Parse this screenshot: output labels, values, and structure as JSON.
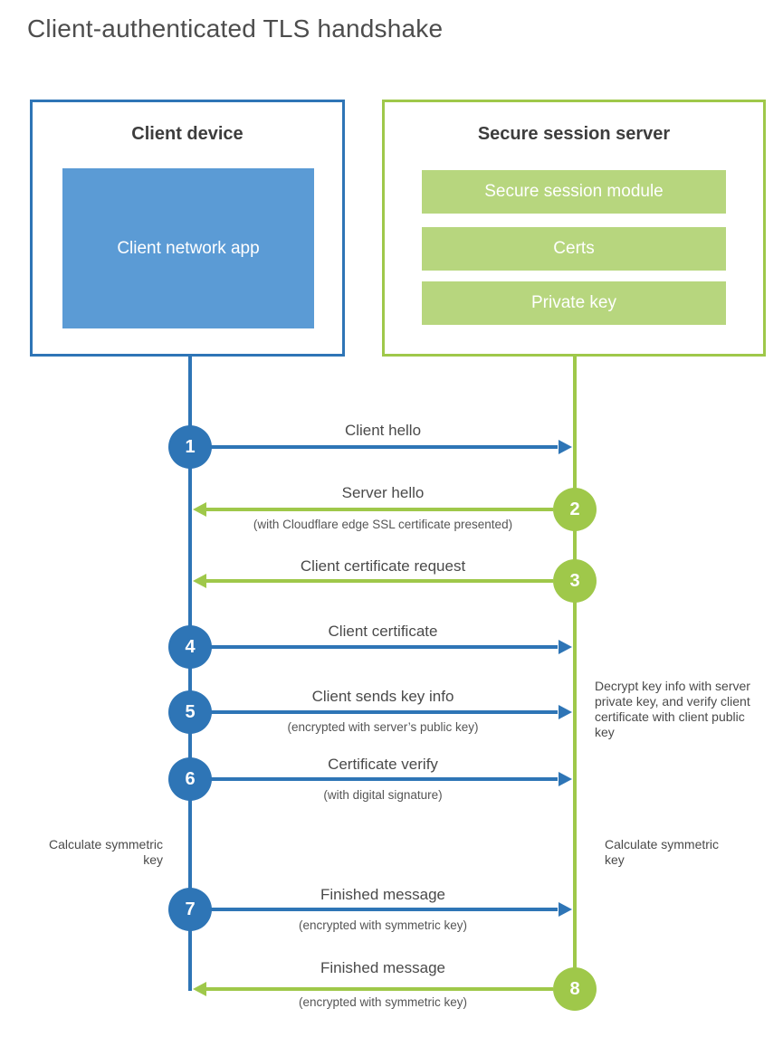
{
  "title": "Client-authenticated TLS handshake",
  "colors": {
    "blue": "#2e75b6",
    "blue_light": "#5b9bd5",
    "green": "#9fc84a",
    "green_light": "#b7d67e",
    "text_dark": "#3d3d3d",
    "text_gray": "#4a4a4a",
    "white": "#ffffff"
  },
  "client_box": {
    "title": "Client device",
    "app_label": "Client network app"
  },
  "server_box": {
    "title": "Secure session server",
    "modules": [
      "Secure session module",
      "Certs",
      "Private key"
    ]
  },
  "steps": [
    {
      "num": "1",
      "actor": "client",
      "direction": "right",
      "label": "Client hello",
      "note": ""
    },
    {
      "num": "2",
      "actor": "server",
      "direction": "left",
      "label": "Server hello",
      "note": "(with Cloudflare edge SSL certificate presented)"
    },
    {
      "num": "3",
      "actor": "server",
      "direction": "left",
      "label": "Client certificate request",
      "note": ""
    },
    {
      "num": "4",
      "actor": "client",
      "direction": "right",
      "label": "Client certificate",
      "note": ""
    },
    {
      "num": "5",
      "actor": "client",
      "direction": "right",
      "label": "Client sends key info",
      "note": "(encrypted with server’s public key)"
    },
    {
      "num": "6",
      "actor": "client",
      "direction": "right",
      "label": "Certificate verify",
      "note": "(with digital signature)"
    },
    {
      "num": "7",
      "actor": "client",
      "direction": "right",
      "label": "Finished message",
      "note": "(encrypted with symmetric key)"
    },
    {
      "num": "8",
      "actor": "server",
      "direction": "left",
      "label": "Finished message",
      "note": "(encrypted with symmetric key)"
    }
  ],
  "annotations": {
    "calc_left": "Calculate symmetric key",
    "calc_right": "Calculate symmetric key",
    "server_note": "Decrypt key info with server private key, and verify client certificate with client public key"
  }
}
